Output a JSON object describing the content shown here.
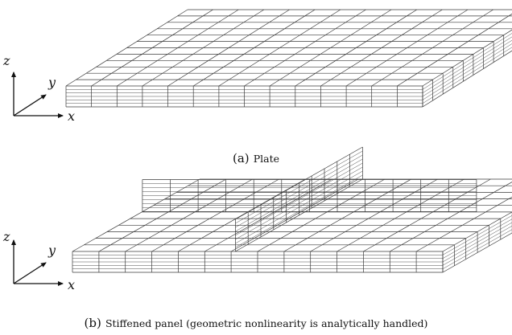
{
  "panel_a": {
    "label": "(a)",
    "caption": "Plate",
    "axes": {
      "z": "z",
      "y": "y",
      "x": "x"
    }
  },
  "panel_b": {
    "label": "(b)",
    "caption": "Stiffened panel (geometric nonlinearity is analytically handled)",
    "axes": {
      "z": "z",
      "y": "y",
      "x": "x"
    }
  }
}
